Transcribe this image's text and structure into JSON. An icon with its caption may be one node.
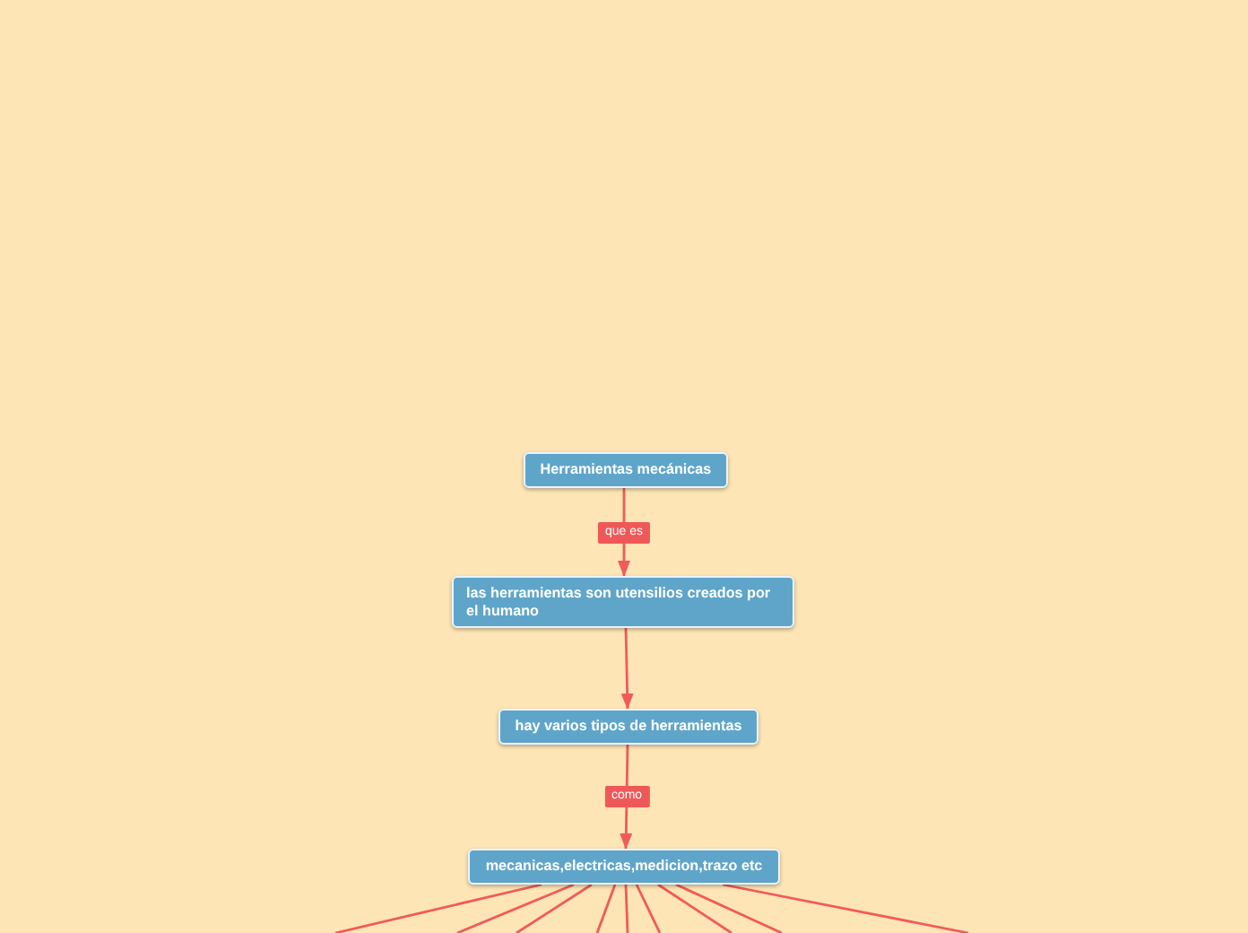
{
  "diagram": {
    "nodes": [
      {
        "text": [
          "Herramientas mecánicas"
        ]
      },
      {
        "text": [
          "las herramientas son utensilios creados por el humano"
        ]
      },
      {
        "text": [
          "hay varios tipos de herramientas"
        ]
      },
      {
        "text": [
          "mecanicas,electricas,medicion,trazo etc"
        ]
      }
    ],
    "edges": [
      {
        "from": 0,
        "to": 1,
        "arrow": "to",
        "label": "que es"
      },
      {
        "from": 1,
        "to": 2,
        "arrow": "to"
      },
      {
        "from": 2,
        "to": 3,
        "arrow": "to",
        "label": "como"
      },
      {
        "from": 3,
        "to": null,
        "arrow": "none"
      },
      {
        "from": 3,
        "to": null,
        "arrow": "none"
      },
      {
        "from": 3,
        "to": null,
        "arrow": "none"
      },
      {
        "from": 3,
        "to": null,
        "arrow": "none"
      },
      {
        "from": 3,
        "to": null,
        "arrow": "none"
      },
      {
        "from": 3,
        "to": null,
        "arrow": "none"
      },
      {
        "from": 3,
        "to": null,
        "arrow": "none"
      },
      {
        "from": 3,
        "to": null,
        "arrow": "none"
      },
      {
        "from": 3,
        "to": null,
        "arrow": "none"
      }
    ]
  }
}
